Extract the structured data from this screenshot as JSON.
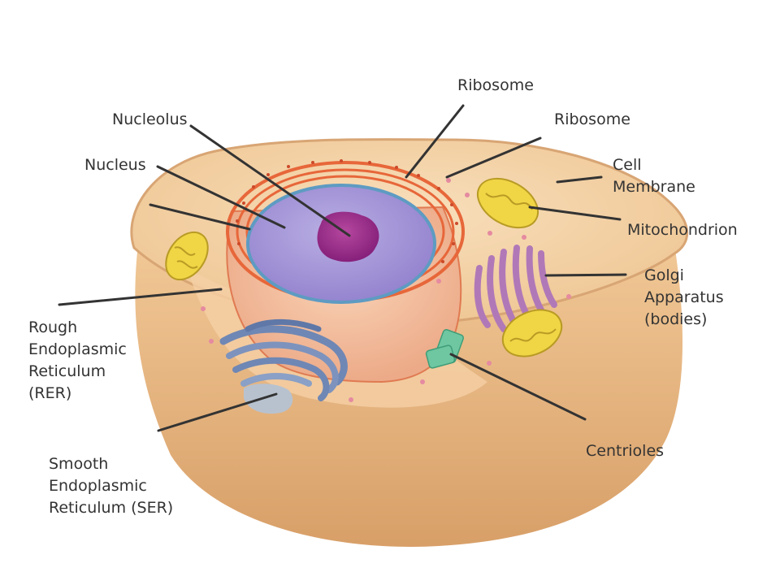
{
  "labels": {
    "ribosome_top": "Ribosome",
    "ribosome_right": "Ribosome",
    "nucleolus": "Nucleolus",
    "nucleus": "Nucleus",
    "cell_membrane": [
      "Cell",
      "Membrane"
    ],
    "mitochondrion": "Mitochondrion",
    "golgi": [
      "Golgi",
      "Apparatus",
      "(bodies)"
    ],
    "rer": [
      "Rough",
      "Endoplasmic",
      "Reticulum",
      "(RER)"
    ],
    "centrioles": "Centrioles",
    "ser": [
      "Smooth",
      "Endoplasmic",
      "Reticulum (SER)"
    ]
  },
  "colors": {
    "cytoplasm": "#f3d2a8",
    "cell_rim": "#e2b07a",
    "nucleus": "#a89ad8",
    "nucleolus": "#9c2f8e",
    "rough_er": "#e7673a",
    "smooth_er": "#6f87b4",
    "golgi": "#b178b8",
    "mitochondrion": "#f0d545",
    "centriole": "#6fc7a2",
    "leader_line": "#333333"
  }
}
